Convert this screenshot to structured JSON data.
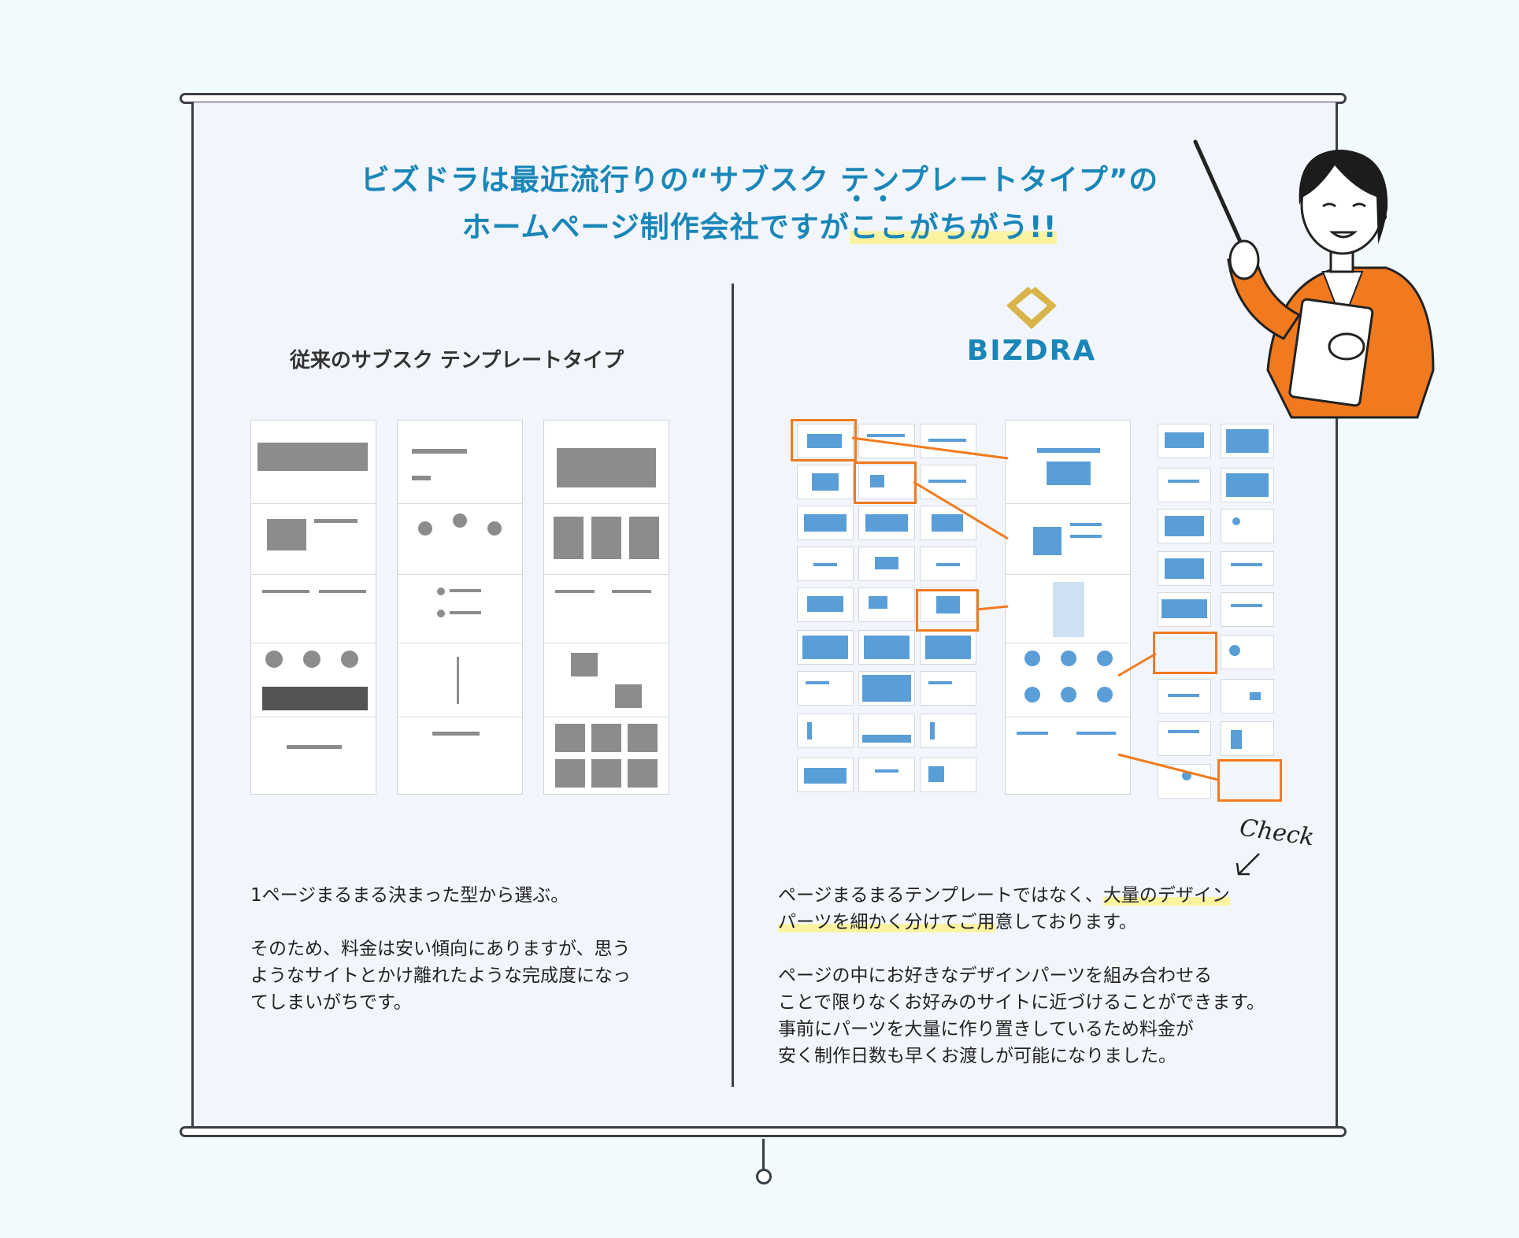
{
  "headline": {
    "line1": "ビズドラは最近流行りの“サブスク テンプレートタイプ”の",
    "line2_prefix": "ホームページ制作会社ですが",
    "line2_emph": "ここ",
    "line2_suffix": "がちがう!!"
  },
  "left": {
    "title": "従来のサブスク テンプレートタイプ",
    "text_line1": "1ページまるまる決まった型から選ぶ。",
    "text_p2_line1": "そのため、料金は安い傾向にありますが、思う",
    "text_p2_line2": "ようなサイトとかけ離れたような完成度になっ",
    "text_p2_line3": "てしまいがちです。"
  },
  "right": {
    "logo": "BIZDRA",
    "check": "Check",
    "text_p1_a": "ページまるまるテンプレートではなく、",
    "text_p1_b": "大量のデザイン",
    "text_p1_c": "パーツを細かく分けてご用",
    "text_p1_d": "意しております。",
    "text_p2_line1": "ページの中にお好きなデザインパーツを組み合わせる",
    "text_p2_line2": "ことで限りなくお好みのサイトに近づけることができます。",
    "text_p2_line3": "事前にパーツを大量に作り置きしているため料金が",
    "text_p2_line4": "安く制作日数も早くお渡しが可能になりました。"
  },
  "colors": {
    "accent_blue": "#1a86b8",
    "highlight_yellow": "#fbf3a0",
    "orange": "#f27a1e",
    "frame": "#3a3f47"
  },
  "icons": [
    "pointer-stick-icon",
    "bizdra-logo-icon",
    "presenter-illustration"
  ]
}
